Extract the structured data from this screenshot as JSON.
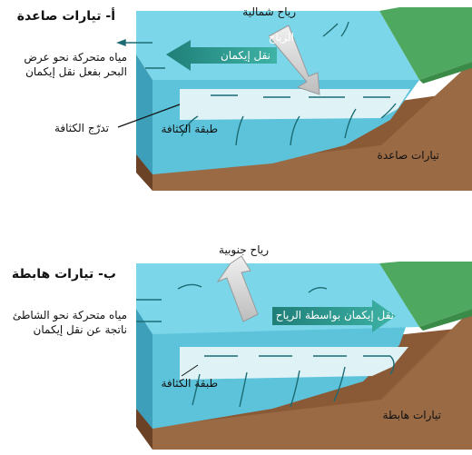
{
  "panel_a": {
    "title": "أ- تيارات صاعدة",
    "wind_top": "رياح شمالية",
    "wind_arrow": "الرياح",
    "ekman": "نقل إيكمان",
    "offshore_line1": "مياه متحركة نحو عرض",
    "offshore_line2": "البحر بفعل نقل إيكمان",
    "pycnocline": "تدرّج الكثافة",
    "density_layer": "طبقة الكثافة",
    "currents": "تيارات صاعدة"
  },
  "panel_b": {
    "title": "ب- تيارات هابطة",
    "wind_top": "رياح جنوبية",
    "ekman": "نقل إيكمان بواسطة الرياح",
    "onshore_line1": "مياه متحركة نحو الشاطئ",
    "onshore_line2": "ناتجة عن نقل إيكمان",
    "density_layer": "طبقة الكثافة",
    "currents": "تيارات هابطة"
  },
  "colors": {
    "water_top": "#6fd2e4",
    "water_side": "#45a8c2",
    "density": "#d9f1f5",
    "ground": "#8b5e3c",
    "grass": "#4fa35c",
    "arrow": "#1c6b73"
  }
}
